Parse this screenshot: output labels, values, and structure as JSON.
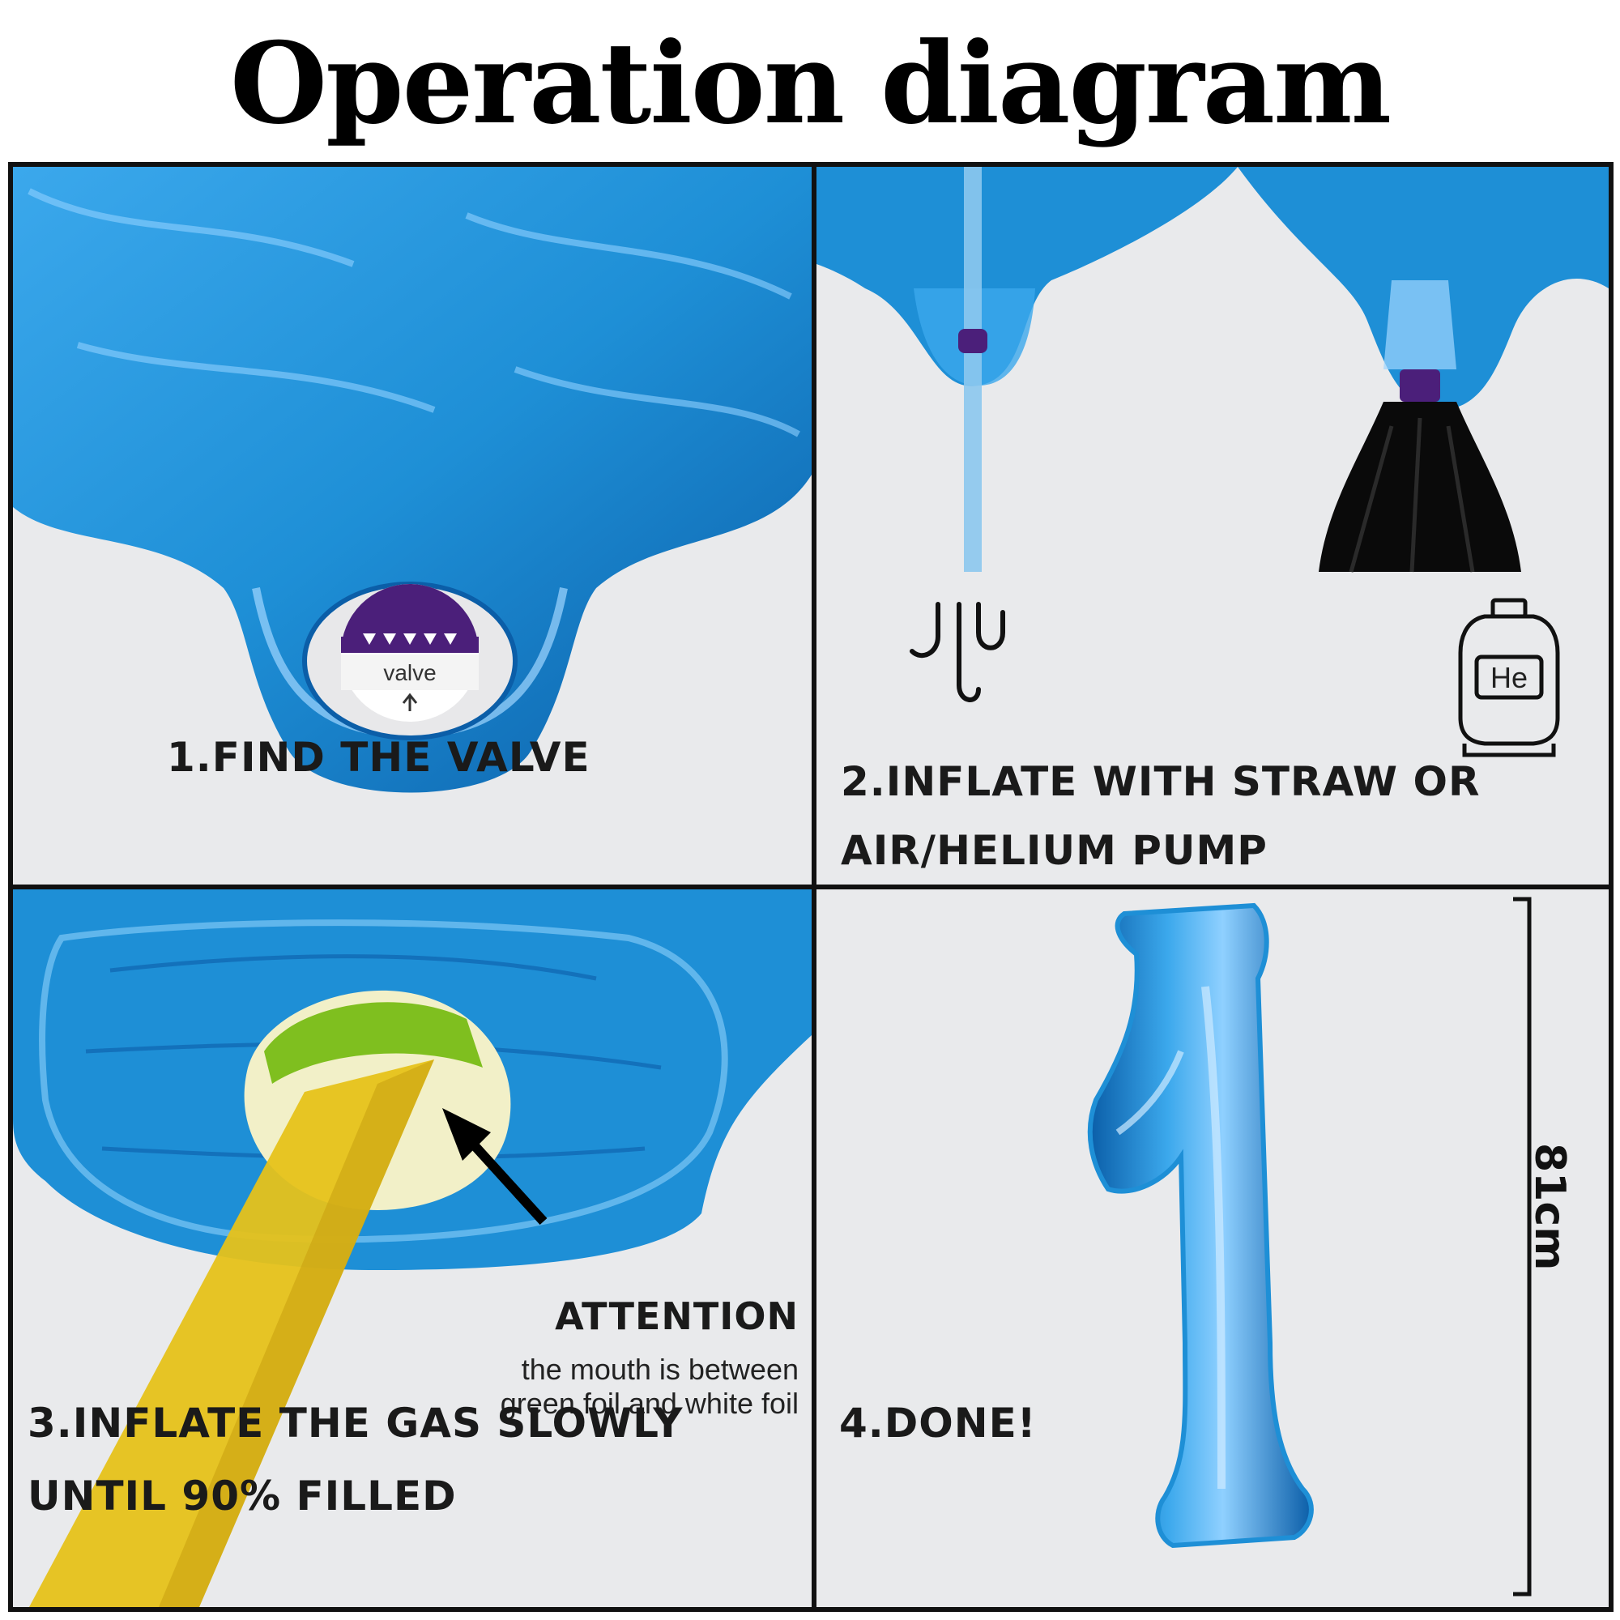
{
  "title": "Operation diagram",
  "steps": {
    "step1": "1.FIND THE VALVE",
    "step2_line1": "2.INFLATE WITH STRAW OR",
    "step2_line2": "AIR/HELIUM PUMP",
    "step3_line1": "3.INFLATE THE GAS SLOWLY",
    "step3_line2": "UNTIL 90% FILLED",
    "step4": "4.DONE!"
  },
  "valve_label": "valve",
  "helium_label": "He",
  "attention": {
    "title": "ATTENTION",
    "line1": "the mouth is between",
    "line2": "green foil and white foil"
  },
  "dimension": "81cm",
  "colors": {
    "foil_blue": "#1e8fd6",
    "foil_dark": "#0b5ea8",
    "valve_purple": "#4b1f7a",
    "straw_yellow": "#e6c21a",
    "inner_green": "#7fbf1f",
    "background": "#e9eaec"
  },
  "icons": [
    "straw-icon",
    "helium-tank-icon",
    "arrow-icon"
  ]
}
